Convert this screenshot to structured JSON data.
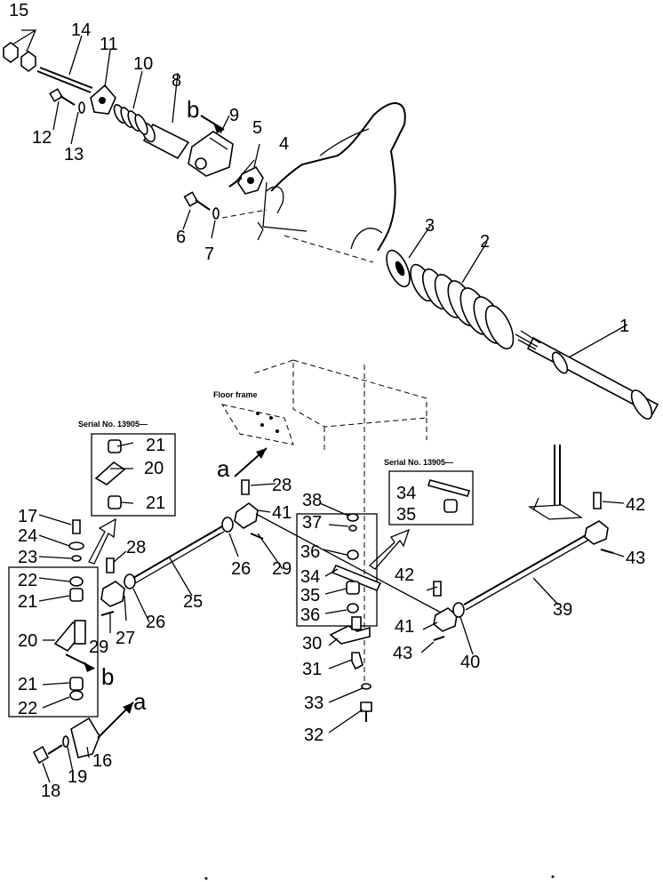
{
  "annotations": {
    "floor_frame": "Floor frame",
    "serial_note_left": "Serial No. 13905—",
    "serial_note_right": "Serial No. 13905—",
    "view_a": "a",
    "view_b": "b"
  },
  "part_numbers": {
    "p1": "1",
    "p2": "2",
    "p3": "3",
    "p4": "4",
    "p5": "5",
    "p6": "6",
    "p7": "7",
    "p8": "8",
    "p9": "9",
    "p10": "10",
    "p11": "11",
    "p12": "12",
    "p13": "13",
    "p14": "14",
    "p15": "15",
    "p16": "16",
    "p17": "17",
    "p18": "18",
    "p19": "19",
    "p20": "20",
    "p21": "21",
    "p22": "22",
    "p23": "23",
    "p24": "24",
    "p25": "25",
    "p26": "26",
    "p27": "27",
    "p28": "28",
    "p29": "29",
    "p30": "30",
    "p31": "31",
    "p32": "32",
    "p33": "33",
    "p34": "34",
    "p35": "35",
    "p36": "36",
    "p37": "37",
    "p38": "38",
    "p39": "39",
    "p40": "40",
    "p41": "41",
    "p42": "42",
    "p43": "43"
  }
}
